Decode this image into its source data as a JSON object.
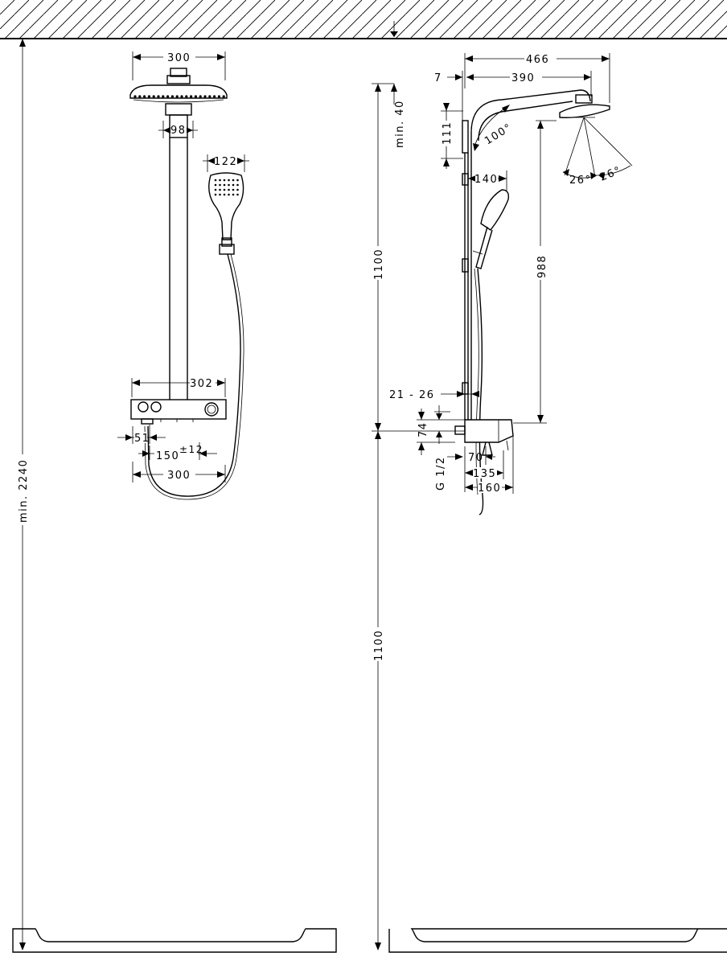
{
  "dimensions": {
    "front": {
      "head_width": "300",
      "arm_width": "98",
      "handshower_width": "122",
      "shelf_width": "302",
      "outlet_offset": "51",
      "inlet_spacing": "150",
      "inlet_tolerance": "±12",
      "base_width": "300"
    },
    "side": {
      "total_projection": "466",
      "wall_gap": "7",
      "arm_projection": "390",
      "min_ceiling": "min. 40",
      "bracket_height": "111",
      "arm_angle": "100°",
      "spray_angle_left": "26°",
      "spray_angle_right": "26°",
      "handshower_projection": "140",
      "upper_height": "1100",
      "head_to_shelf": "988",
      "bar_offset": "21 - 26",
      "shelf_height": "74",
      "thread_size": "G 1/2",
      "depth_70": "70",
      "depth_135": "135",
      "depth_160": "160",
      "lower_height": "1100"
    },
    "overall_height": "min. 2240"
  }
}
